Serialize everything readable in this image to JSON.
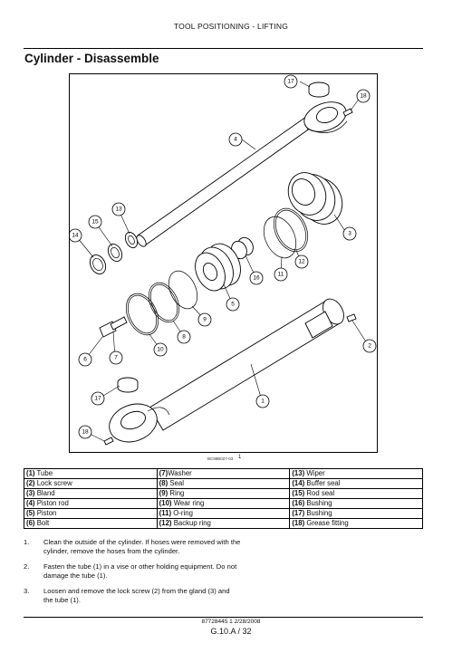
{
  "header": {
    "section": "TOOL POSITIONING - LIFTING"
  },
  "title": "Cylinder - Disassemble",
  "figure": {
    "code": "BC98B027-03",
    "number": "1",
    "callouts": [
      "17",
      "18",
      "4",
      "13",
      "15",
      "14",
      "3",
      "12",
      "11",
      "16",
      "5",
      "9",
      "8",
      "10",
      "7",
      "6",
      "2",
      "1",
      "17",
      "18"
    ]
  },
  "parts": [
    [
      {
        "num": "(1)",
        "label": " Tube"
      },
      {
        "num": "(7)",
        "label": "Washer"
      },
      {
        "num": "(13)",
        "label": " Wiper"
      }
    ],
    [
      {
        "num": "(2)",
        "label": " Lock screw"
      },
      {
        "num": "(8)",
        "label": " Seal"
      },
      {
        "num": "(14)",
        "label": " Buffer seal"
      }
    ],
    [
      {
        "num": "(3)",
        "label": " Bland"
      },
      {
        "num": "(9)",
        "label": " Ring"
      },
      {
        "num": "(15)",
        "label": " Rod seal"
      }
    ],
    [
      {
        "num": "(4)",
        "label": " Piston rod"
      },
      {
        "num": "(10)",
        "label": " Wear ring"
      },
      {
        "num": "(16)",
        "label": " Bushing"
      }
    ],
    [
      {
        "num": "(5)",
        "label": " Piston"
      },
      {
        "num": "(11)",
        "label": " O-ring"
      },
      {
        "num": "(17)",
        "label": " Bushing"
      }
    ],
    [
      {
        "num": "(6)",
        "label": " Bolt"
      },
      {
        "num": "(12)",
        "label": " Backup ring"
      },
      {
        "num": "(18)",
        "label": " Grease fitting"
      }
    ]
  ],
  "steps": [
    {
      "num": "1.",
      "text": "Clean the outside of the cylinder.  If hoses were removed with the cylinder, remove the hoses from the cylinder."
    },
    {
      "num": "2.",
      "text": "Fasten the tube (1) in a vise or other holding equipment.  Do not damage the tube (1)."
    },
    {
      "num": "3.",
      "text": "Loosen and remove the lock screw (2) from the gland (3) and the tube (1)."
    }
  ],
  "footer": {
    "doc": "87728445 1 2/28/2008",
    "page": "G.10.A / 32"
  }
}
